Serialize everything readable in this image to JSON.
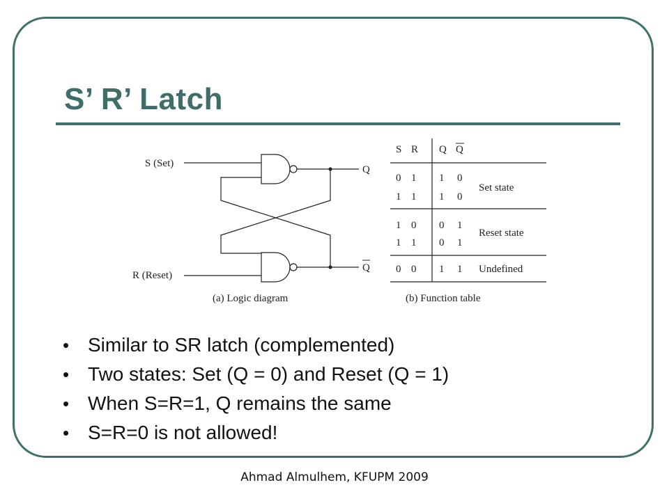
{
  "slide": {
    "title": "S’ R’ Latch",
    "accent_color": "#3f6d6a"
  },
  "diagram": {
    "input_s": "S (Set)",
    "input_r": "R (Reset)",
    "output_q": "Q",
    "output_qbar": "Q",
    "caption": "(a) Logic diagram",
    "gates": [
      "NAND",
      "NAND"
    ]
  },
  "function_table": {
    "headers": [
      "S",
      "R",
      "Q",
      "Q"
    ],
    "rows": [
      {
        "s": "0",
        "r": "1",
        "q": "1",
        "qbar": "0"
      },
      {
        "s": "1",
        "r": "1",
        "q": "1",
        "qbar": "0"
      },
      {
        "s": "1",
        "r": "0",
        "q": "0",
        "qbar": "1"
      },
      {
        "s": "1",
        "r": "1",
        "q": "0",
        "qbar": "1"
      },
      {
        "s": "0",
        "r": "0",
        "q": "1",
        "qbar": "1"
      }
    ],
    "states": [
      "Set state",
      "Reset state",
      "Undefined"
    ],
    "caption": "(b) Function table"
  },
  "bullets": [
    "Similar to SR latch (complemented)",
    "Two states: Set (Q = 0) and Reset (Q = 1)",
    "When S=R=1, Q remains the same",
    "S=R=0 is not allowed!"
  ],
  "footer": "Ahmad Almulhem, KFUPM 2009"
}
